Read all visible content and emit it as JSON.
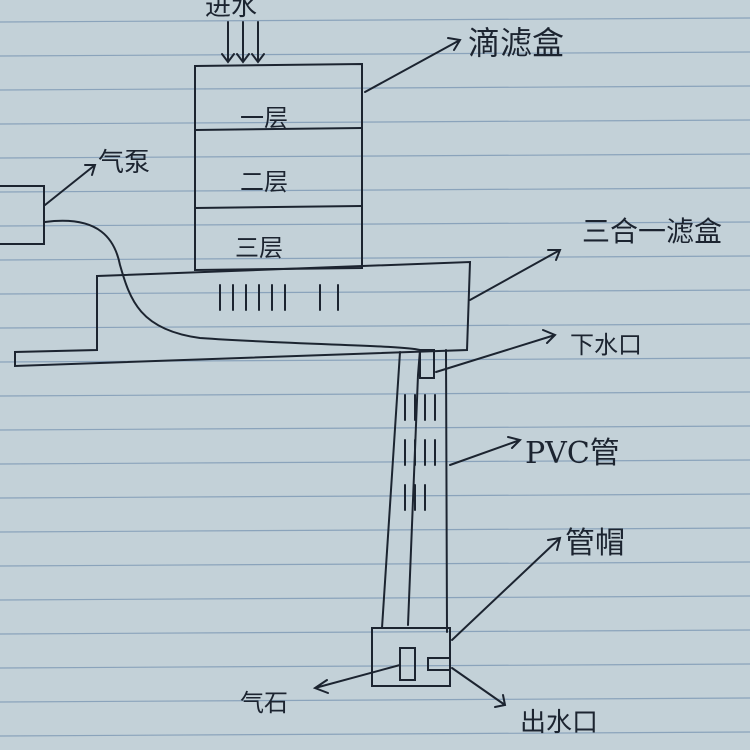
{
  "labels": {
    "inlet": "进水",
    "drip_box": "滴滤盒",
    "layer1": "一层",
    "layer2": "二层",
    "layer3": "三层",
    "air_pump": "气泵",
    "filter_box": "三合一滤盒",
    "drain": "下水口",
    "pvc_pipe": "PVC管",
    "pipe_cap": "管帽",
    "air_stone": "气石",
    "outlet": "出水口"
  },
  "colors": {
    "paper": "#c3d1d8",
    "rule": "#8aa3bb",
    "ink": "#1c2430"
  }
}
